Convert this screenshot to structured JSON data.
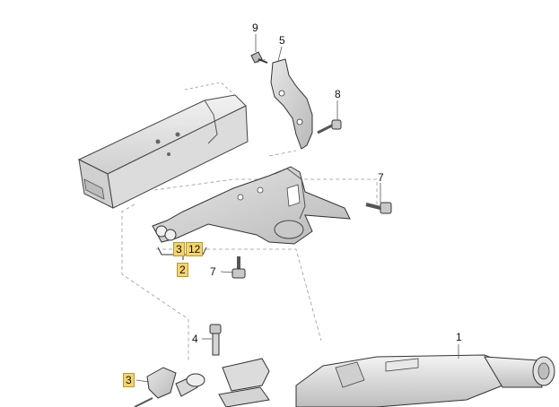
{
  "diagram": {
    "callouts": {
      "c1": "1",
      "c2": "2",
      "c3_top": "3",
      "c3_bottom": "3",
      "c4": "4",
      "c5": "5",
      "c7_right": "7",
      "c7_mid": "7",
      "c8": "8",
      "c9": "9",
      "c12": "12"
    },
    "colors": {
      "highlight": "#f4d46b",
      "part_fill": "#d9d9d9",
      "part_fill_light": "#ececec",
      "outline": "#333333",
      "leader": "#888888"
    }
  }
}
